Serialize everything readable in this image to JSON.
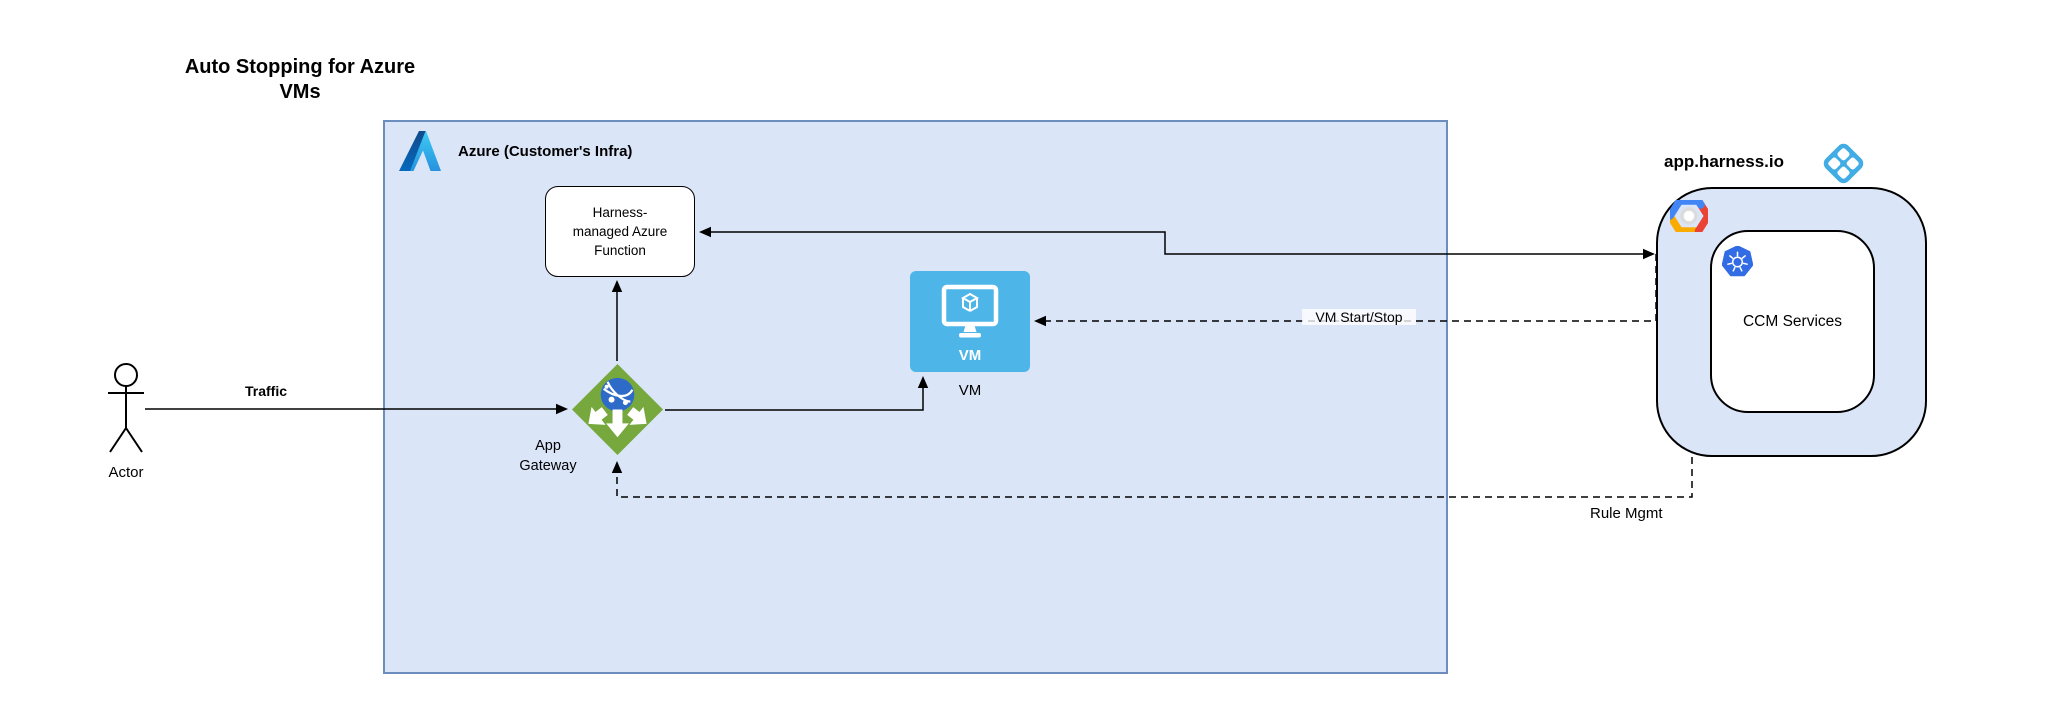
{
  "diagram": {
    "title": "Auto Stopping for Azure VMs",
    "azure_zone": {
      "label": "Azure (Customer's Infra)"
    },
    "harness_zone": {
      "label": "app.harness.io"
    },
    "nodes": {
      "actor": {
        "label": "Actor"
      },
      "app_gateway": {
        "label": "App Gateway"
      },
      "azure_function": {
        "label": "Harness-managed Azure Function"
      },
      "vm": {
        "tile_label": "VM",
        "label": "VM"
      },
      "ccm": {
        "label": "CCM Services"
      }
    },
    "edges": {
      "traffic": {
        "label": "Traffic"
      },
      "vm_start_stop": {
        "label": "VM Start/Stop"
      },
      "rule_mgmt": {
        "label": "Rule Mgmt"
      }
    },
    "colors": {
      "zone_fill": "#dbe5f8",
      "zone_border": "#6c8ebf",
      "vm_tile": "#4db5e8",
      "gateway_green": "#76a83d",
      "globe_blue": "#2e6bc8",
      "harness_blue": "#42ace4",
      "k8s_blue": "#326ce5",
      "line": "#000000"
    }
  }
}
